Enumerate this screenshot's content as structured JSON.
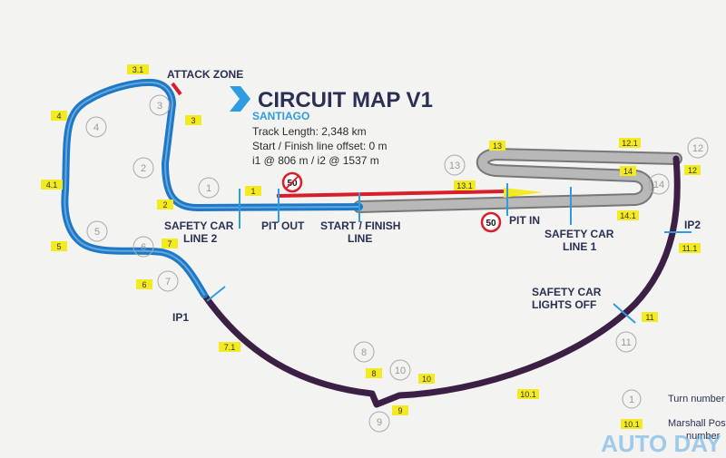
{
  "header": {
    "title": "CIRCUIT MAP V1",
    "city": "SANTIAGO",
    "track_length": "Track Length: 2,348 km",
    "start_offset": "Start / Finish line offset: 0 m",
    "intermediates": "i1 @ 806 m / i2 @ 1537 m"
  },
  "labels": {
    "attack_zone": "ATTACK ZONE",
    "safety_car_line_2_a": "SAFETY CAR",
    "safety_car_line_2_b": "LINE 2",
    "pit_out": "PIT OUT",
    "start_finish_a": "START / FINISH",
    "start_finish_b": "LINE",
    "pit_in": "PIT IN",
    "safety_car_line_1_a": "SAFETY CAR",
    "safety_car_line_1_b": "LINE 1",
    "safety_car_lights_off_a": "SAFETY CAR",
    "safety_car_lights_off_b": "LIGHTS OFF",
    "ip1": "IP1",
    "ip2": "IP2"
  },
  "speed_limits": [
    "50",
    "50"
  ],
  "turns": [
    "1",
    "2",
    "3",
    "4",
    "5",
    "6",
    "7",
    "8",
    "9",
    "10",
    "11",
    "12",
    "13",
    "14"
  ],
  "marshal_posts": [
    "1",
    "2",
    "3",
    "3.1",
    "4",
    "4.1",
    "5",
    "6",
    "7",
    "7.1",
    "8",
    "9",
    "10",
    "10.1",
    "11",
    "11.1",
    "12",
    "12.1",
    "13",
    "13.1",
    "14",
    "14.1"
  ],
  "legend": {
    "turn_label": "Turn number",
    "turn_sample": "1",
    "post_label_a": "Marshall Post",
    "post_label_b": "number",
    "post_sample": "10.1"
  },
  "watermark": "AUTO DAY",
  "colors": {
    "sector_blue": "#1f78c6",
    "sector_grey": "#a9a9a9",
    "sector_purple": "#3b1f44",
    "pit_red": "#d81e2a",
    "post_yellow": "#f3ea20",
    "text_navy": "#2a2f55",
    "accent_blue": "#2f9be0"
  }
}
